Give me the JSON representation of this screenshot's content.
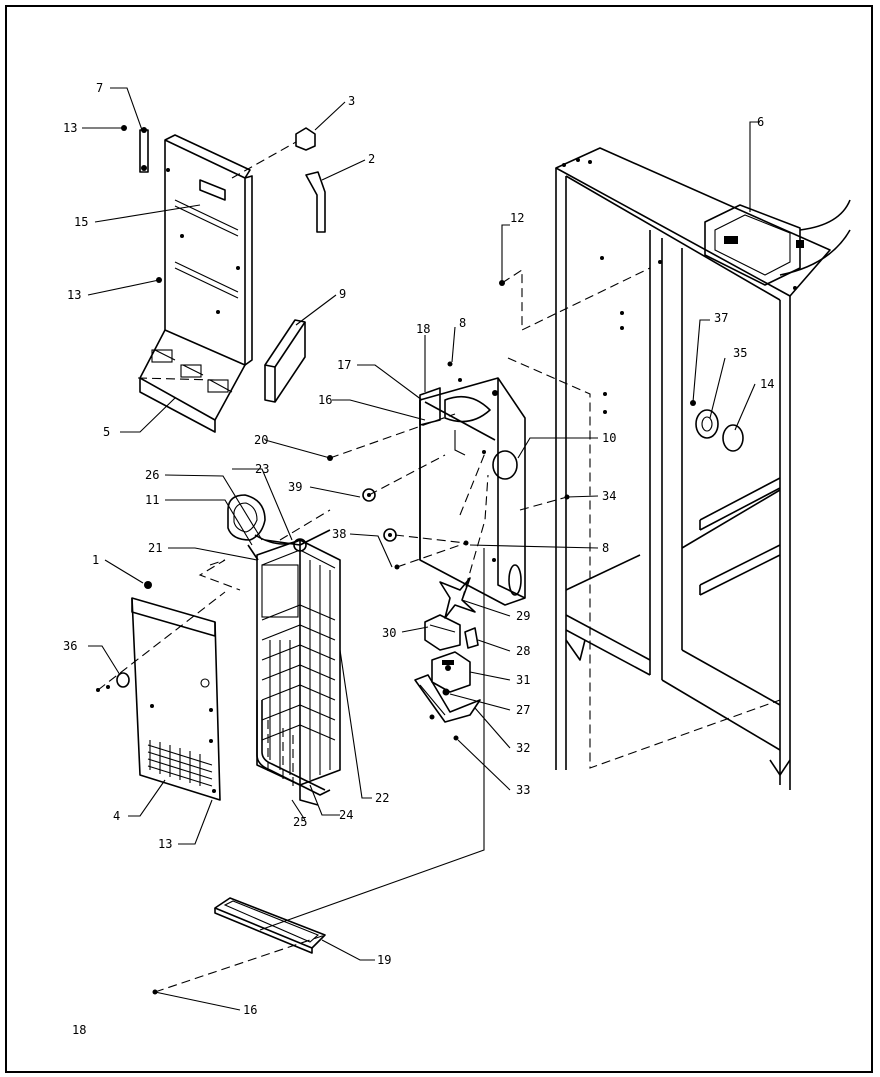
{
  "page_number": "18",
  "callouts": {
    "c1": "1",
    "c2": "2",
    "c3": "3",
    "c4": "4",
    "c5": "5",
    "c6": "6",
    "c7": "7",
    "c8a": "8",
    "c8b": "8",
    "c9": "9",
    "c10": "10",
    "c11": "11",
    "c12": "12",
    "c13a": "13",
    "c13b": "13",
    "c13c": "13",
    "c14": "14",
    "c15": "15",
    "c16a": "16",
    "c16b": "16",
    "c17": "17",
    "c18": "18",
    "c19": "19",
    "c20": "20",
    "c21": "21",
    "c22": "22",
    "c23": "23",
    "c24": "24",
    "c25": "25",
    "c26": "26",
    "c27": "27",
    "c28": "28",
    "c29": "29",
    "c30": "30",
    "c31": "31",
    "c32": "32",
    "c33": "33",
    "c34": "34",
    "c35": "35",
    "c36": "36",
    "c37": "37",
    "c38": "38",
    "c39": "39"
  }
}
